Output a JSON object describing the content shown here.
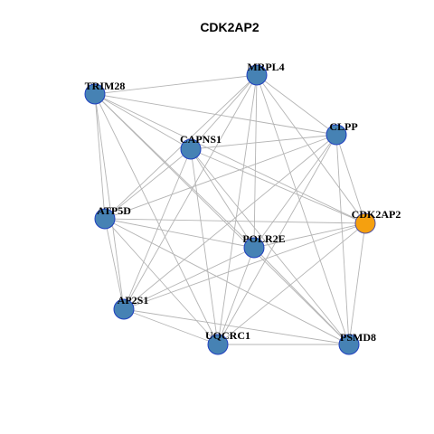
{
  "title": "CDK2AP2",
  "colors": {
    "default_node": "#4682B4",
    "default_border": "#1F3FBF",
    "highlight_node": "#F5A00F",
    "highlight_border": "#5050A0",
    "edge": "#B4B4B4"
  },
  "nodes": [
    {
      "id": "MRPL4",
      "label": "MRPL4",
      "highlight": false
    },
    {
      "id": "TRIM28",
      "label": "TRIM28",
      "highlight": false
    },
    {
      "id": "CLPP",
      "label": "CLPP",
      "highlight": false
    },
    {
      "id": "CAPNS1",
      "label": "CAPNS1",
      "highlight": false
    },
    {
      "id": "CDK2AP2",
      "label": "CDK2AP2",
      "highlight": true
    },
    {
      "id": "ATP5D",
      "label": "ATP5D",
      "highlight": false
    },
    {
      "id": "POLR2E",
      "label": "POLR2E",
      "highlight": false
    },
    {
      "id": "AP2S1",
      "label": "AP2S1",
      "highlight": false
    },
    {
      "id": "UQCRC1",
      "label": "UQCRC1",
      "highlight": false
    },
    {
      "id": "PSMD8",
      "label": "PSMD8",
      "highlight": false
    }
  ],
  "edges": [
    [
      "MRPL4",
      "TRIM28"
    ],
    [
      "MRPL4",
      "CLPP"
    ],
    [
      "MRPL4",
      "CAPNS1"
    ],
    [
      "MRPL4",
      "CDK2AP2"
    ],
    [
      "MRPL4",
      "ATP5D"
    ],
    [
      "MRPL4",
      "POLR2E"
    ],
    [
      "MRPL4",
      "AP2S1"
    ],
    [
      "MRPL4",
      "UQCRC1"
    ],
    [
      "MRPL4",
      "PSMD8"
    ],
    [
      "TRIM28",
      "CLPP"
    ],
    [
      "TRIM28",
      "CAPNS1"
    ],
    [
      "TRIM28",
      "CDK2AP2"
    ],
    [
      "TRIM28",
      "ATP5D"
    ],
    [
      "TRIM28",
      "POLR2E"
    ],
    [
      "TRIM28",
      "AP2S1"
    ],
    [
      "TRIM28",
      "UQCRC1"
    ],
    [
      "TRIM28",
      "PSMD8"
    ],
    [
      "CLPP",
      "CAPNS1"
    ],
    [
      "CLPP",
      "CDK2AP2"
    ],
    [
      "CLPP",
      "ATP5D"
    ],
    [
      "CLPP",
      "POLR2E"
    ],
    [
      "CLPP",
      "AP2S1"
    ],
    [
      "CLPP",
      "UQCRC1"
    ],
    [
      "CLPP",
      "PSMD8"
    ],
    [
      "CAPNS1",
      "CDK2AP2"
    ],
    [
      "CAPNS1",
      "ATP5D"
    ],
    [
      "CAPNS1",
      "POLR2E"
    ],
    [
      "CAPNS1",
      "AP2S1"
    ],
    [
      "CAPNS1",
      "UQCRC1"
    ],
    [
      "CAPNS1",
      "PSMD8"
    ],
    [
      "CDK2AP2",
      "ATP5D"
    ],
    [
      "CDK2AP2",
      "POLR2E"
    ],
    [
      "CDK2AP2",
      "AP2S1"
    ],
    [
      "CDK2AP2",
      "UQCRC1"
    ],
    [
      "CDK2AP2",
      "PSMD8"
    ],
    [
      "ATP5D",
      "POLR2E"
    ],
    [
      "ATP5D",
      "AP2S1"
    ],
    [
      "ATP5D",
      "UQCRC1"
    ],
    [
      "ATP5D",
      "PSMD8"
    ],
    [
      "POLR2E",
      "AP2S1"
    ],
    [
      "POLR2E",
      "UQCRC1"
    ],
    [
      "POLR2E",
      "PSMD8"
    ],
    [
      "AP2S1",
      "UQCRC1"
    ],
    [
      "AP2S1",
      "PSMD8"
    ],
    [
      "UQCRC1",
      "PSMD8"
    ]
  ]
}
